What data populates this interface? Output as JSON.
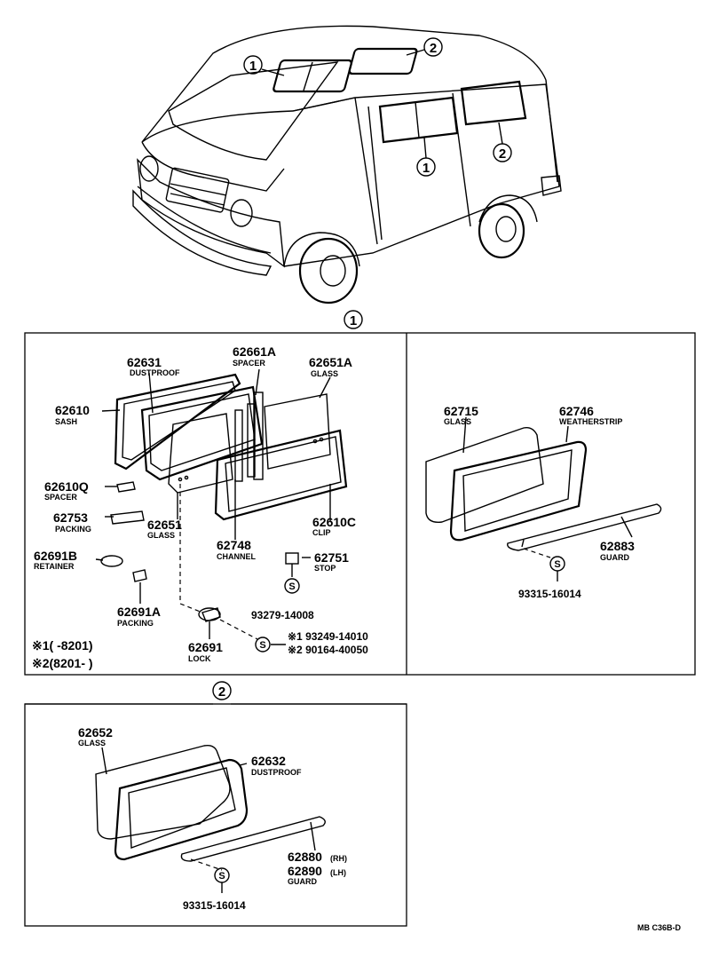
{
  "van": {
    "callouts": [
      "1",
      "2",
      "1",
      "2"
    ]
  },
  "section1": {
    "callout": "1",
    "parts": [
      {
        "number": "62631",
        "label": "DUSTPROOF"
      },
      {
        "number": "62661A",
        "label": "SPACER"
      },
      {
        "number": "62651A",
        "label": "GLASS"
      },
      {
        "number": "62610",
        "label": "SASH"
      },
      {
        "number": "62610Q",
        "label": "SPACER"
      },
      {
        "number": "62753",
        "label": "PACKING"
      },
      {
        "number": "62651",
        "label": "GLASS"
      },
      {
        "number": "62748",
        "label": "CHANNEL"
      },
      {
        "number": "62610C",
        "label": "CLIP"
      },
      {
        "number": "62751",
        "label": "STOP"
      },
      {
        "number": "62691B",
        "label": "RETAINER"
      },
      {
        "number": "62691A",
        "label": "PACKING"
      },
      {
        "number": "62691",
        "label": "LOCK"
      }
    ],
    "screw_mark": "S",
    "screw_part_a": "93279-14008",
    "screw_part_b1": "※1 93249-14010",
    "screw_part_b2": "※2 90164-40050",
    "note1": "※1(     -8201)",
    "note2": "※2(8201-      )",
    "right": {
      "parts": [
        {
          "number": "62715",
          "label": "GLASS"
        },
        {
          "number": "62746",
          "label": "WEATHERSTRIP"
        },
        {
          "number": "62883",
          "label": "GUARD"
        }
      ],
      "screw_mark": "S",
      "screw_part": "93315-16014"
    }
  },
  "section2": {
    "callout": "2",
    "parts": [
      {
        "number": "62652",
        "label": "GLASS"
      },
      {
        "number": "62632",
        "label": "DUSTPROOF"
      }
    ],
    "guard_rh": "62880",
    "guard_rh_suffix": "(RH)",
    "guard_lh": "62890",
    "guard_lh_suffix": "(LH)",
    "guard_label": "GUARD",
    "screw_mark": "S",
    "screw_part": "93315-16014"
  },
  "footer_code": "MB C36B-D"
}
